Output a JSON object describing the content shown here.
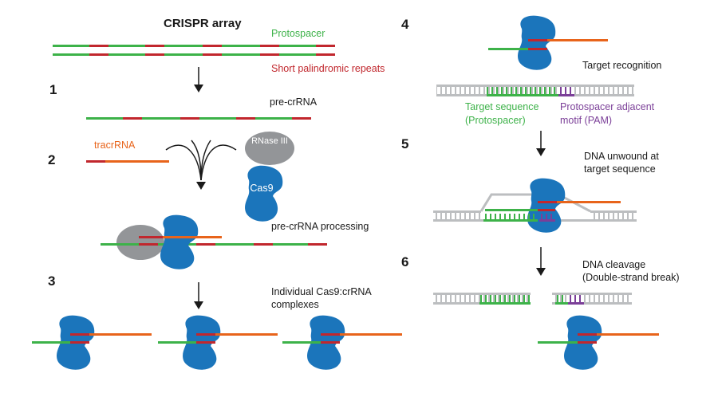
{
  "colors": {
    "green": "#3db249",
    "red": "#c1272d",
    "orange": "#e8641b",
    "blue": "#1b75bb",
    "gray": "#939598",
    "dna": "#bcbec0",
    "purple": "#7b3f98",
    "text": "#1a1a1a"
  },
  "labels": {
    "crispr_array": "CRISPR array",
    "protospacer": "Protospacer",
    "short_repeats": "Short palindromic repeats",
    "pre_crrna": "pre-crRNA",
    "tracrrna": "tracrRNA",
    "rnase": "RNase III",
    "cas9": "Cas9",
    "processing": "pre-crRNA processing",
    "individual_1": "Individual Cas9:crRNA",
    "individual_2": "complexes",
    "target_recognition": "Target recognition",
    "target_seq_1": "Target sequence",
    "target_seq_2": "(Protospacer)",
    "pam_1": "Protospacer adjacent",
    "pam_2": "motif (PAM)",
    "unwound_1": "DNA unwound at",
    "unwound_2": "target sequence",
    "cleavage_1": "DNA cleavage",
    "cleavage_2": "(Double-strand break)"
  },
  "steps": [
    "1",
    "2",
    "3",
    "4",
    "5",
    "6"
  ]
}
